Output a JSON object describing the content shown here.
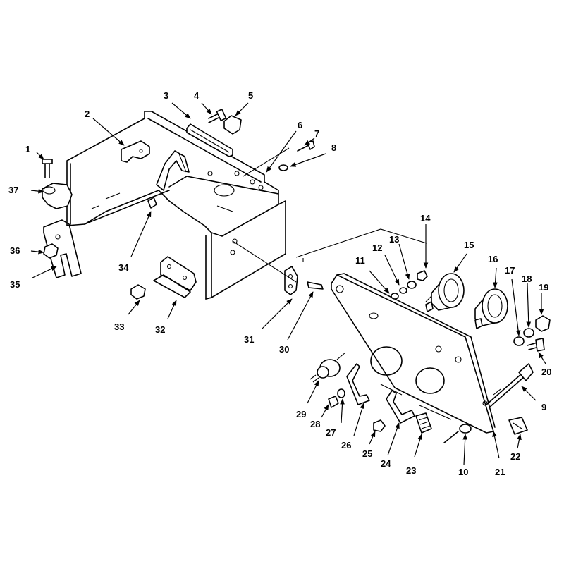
{
  "labels": {
    "l1": "1",
    "l2": "2",
    "l3": "3",
    "l4": "4",
    "l5": "5",
    "l6": "6",
    "l7": "7",
    "l8": "8",
    "l9": "9",
    "l10": "10",
    "l11": "11",
    "l12": "12",
    "l13": "13",
    "l14": "14",
    "l15": "15",
    "l16": "16",
    "l17": "17",
    "l18": "18",
    "l19": "19",
    "l20": "20",
    "l21": "21",
    "l22": "22",
    "l23": "23",
    "l24": "24",
    "l25": "25",
    "l26": "26",
    "l27": "27",
    "l28": "28",
    "l29": "29",
    "l30": "30",
    "l31": "31",
    "l32": "32",
    "l33": "33",
    "l34": "34",
    "l35": "35",
    "l36": "36",
    "l37": "37"
  }
}
